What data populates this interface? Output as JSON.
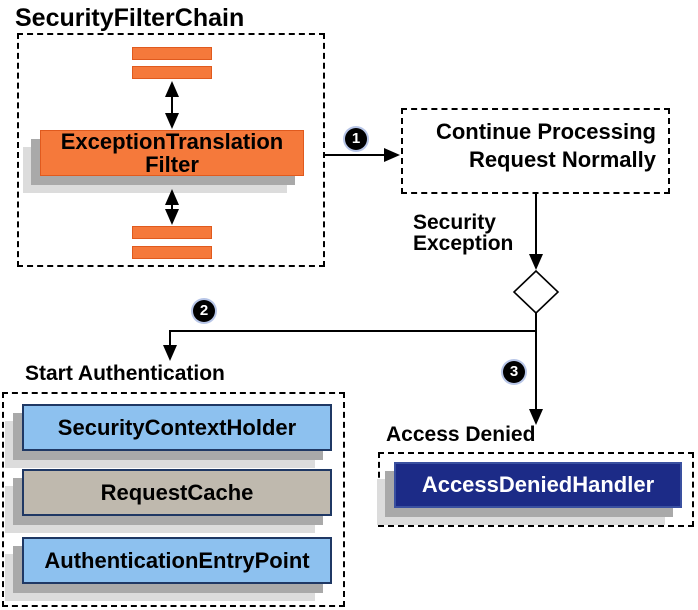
{
  "diagram": {
    "title": "SecurityFilterChain",
    "step_badges": [
      "1",
      "2",
      "3"
    ],
    "filter_box": {
      "line1": "ExceptionTranslation",
      "line2": "Filter"
    },
    "continue_box": {
      "line1": "Continue Processing",
      "line2": "Request Normally"
    },
    "security_exception_label": {
      "line1": "Security",
      "line2": "Exception"
    },
    "start_authentication": {
      "title": "Start Authentication",
      "items": [
        {
          "label": "SecurityContextHolder"
        },
        {
          "label": "RequestCache"
        },
        {
          "label": "AuthenticationEntryPoint"
        }
      ]
    },
    "access_denied": {
      "title": "Access Denied",
      "handler": "AccessDeniedHandler"
    }
  },
  "colors": {
    "orange-fill": "#F5793B",
    "orange-border": "#E05A1E",
    "blue-fill": "#8DC1EF",
    "box-border-navy": "#1F3864",
    "gray-fill": "#BFB9AE",
    "navy-fill": "#1C2B87",
    "navy-border": "#3A50A0",
    "shadow-dark": "#A9A9A9",
    "shadow-light": "#DCDCDC",
    "line-color": "#000000"
  }
}
